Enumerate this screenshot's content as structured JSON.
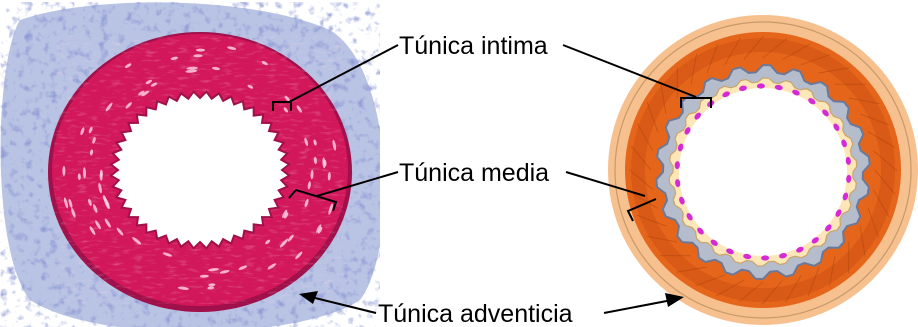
{
  "labels": {
    "intima": "Túnica intima",
    "media": "Túnica media",
    "adventicia": "Túnica adventicia"
  },
  "panels": {
    "left": "histology-micrograph",
    "right": "schematic-drawing"
  },
  "colors": {
    "histo_media": "#d2185a",
    "histo_media_dark": "#a0104a",
    "histo_adventitia": "#b9c3e4",
    "histo_adventitia_blue": "#4a5aa8",
    "schema_adventitia": "#f7c08f",
    "schema_media": "#e5661b",
    "schema_media_dark": "#cf4e12",
    "schema_lamina": "#b5bccb",
    "schema_lamina_line": "#6c7898",
    "schema_intima": "#fde6b8",
    "schema_nuclei": "#d62ad6",
    "line": "#000000"
  }
}
